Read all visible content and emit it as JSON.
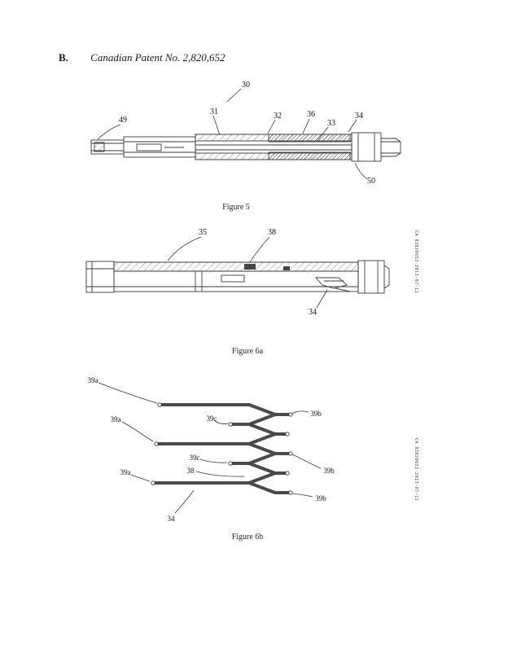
{
  "header": {
    "section_label": "B.",
    "patent_title": "Canadian Patent No. 2,820,652"
  },
  "stamp": {
    "text": "CA 02820652 2013-07-11"
  },
  "figure5": {
    "caption": "Figure 5",
    "labels": {
      "n30": "30",
      "n31": "31",
      "n32": "32",
      "n33": "33",
      "n34": "34",
      "n36": "36",
      "n49": "49",
      "n50": "50"
    }
  },
  "figure6a": {
    "caption": "Figure 6a",
    "labels": {
      "n35": "35",
      "n38": "38",
      "n34": "34"
    }
  },
  "figure6b": {
    "caption": "Figure 6b",
    "labels": {
      "n39a_1": "39a",
      "n39a_2": "39a",
      "n39a_3": "39a",
      "n39b_1": "39b",
      "n39b_2": "39b",
      "n39b_3": "39b",
      "n39c_1": "39c",
      "n39c_2": "39c",
      "n38": "38",
      "n34": "34"
    }
  }
}
